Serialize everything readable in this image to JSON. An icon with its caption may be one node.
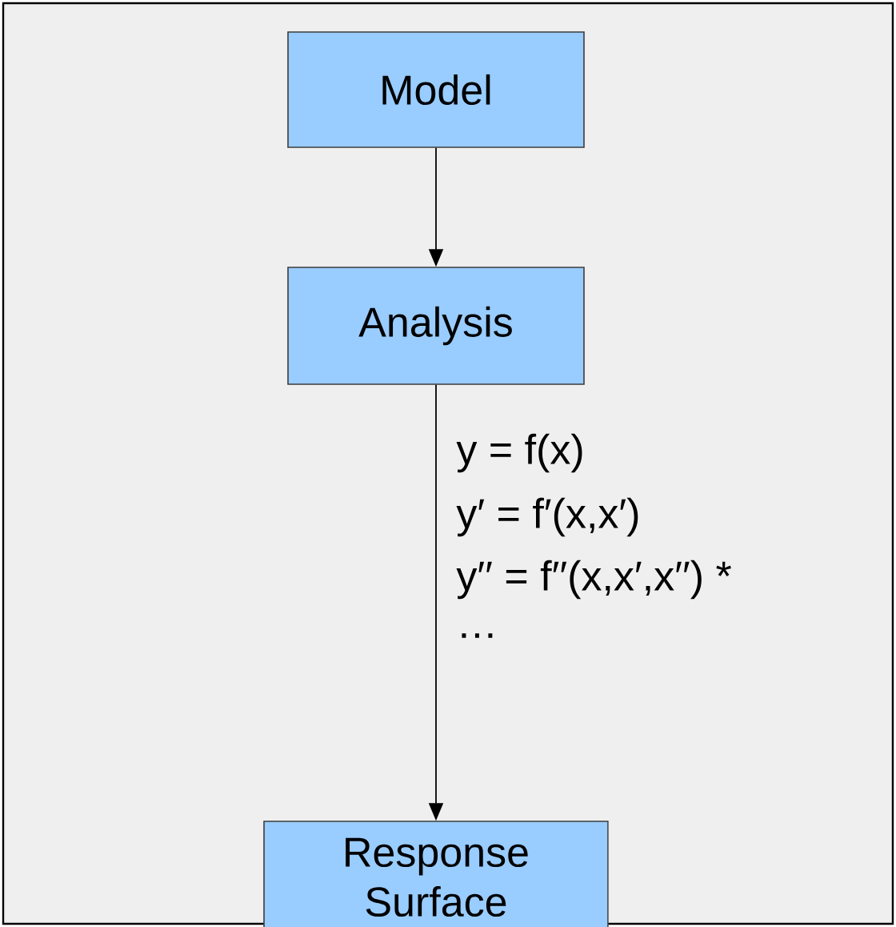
{
  "diagram": {
    "nodes": [
      {
        "text": [
          "Model"
        ]
      },
      {
        "text": [
          "Analysis"
        ]
      },
      {
        "text": [
          "Response Surface"
        ]
      }
    ],
    "edges": [
      {
        "from": 0,
        "to": 1,
        "arrow": "to"
      },
      {
        "from": 1,
        "to": 2,
        "arrow": "to"
      }
    ],
    "labels": [
      "y = f(x)",
      "y′ = f′(x,x′)",
      "y′′ = f′′(x,x′,x′′) *",
      "…"
    ]
  }
}
